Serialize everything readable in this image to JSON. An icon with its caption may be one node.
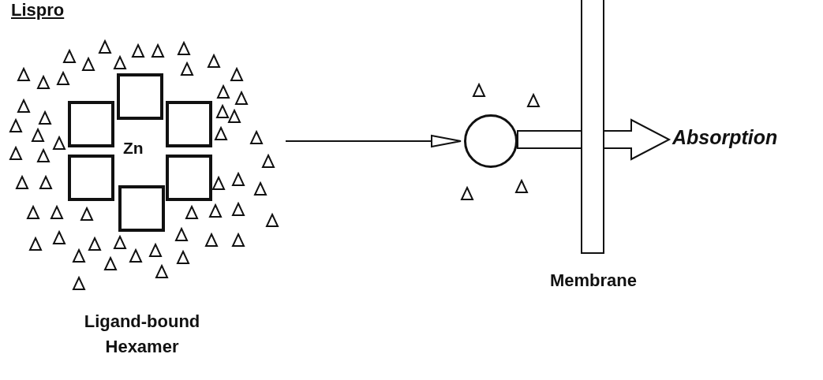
{
  "diagram": {
    "title": "Lispro",
    "nodes": [
      {
        "text": [
          "Zn"
        ],
        "beside": [
          "Ligand-bound Hexamer"
        ]
      },
      {
        "text": [],
        "shape": "circle"
      },
      {
        "text": [],
        "shape": "bar",
        "beside": [
          "Membrane"
        ]
      },
      {
        "text": [
          "Absorption"
        ]
      }
    ],
    "edges": [
      {
        "from": 0,
        "to": 1,
        "arrow": "to"
      },
      {
        "from": 1,
        "to": 3,
        "arrow": "to",
        "style": "thick"
      }
    ]
  }
}
